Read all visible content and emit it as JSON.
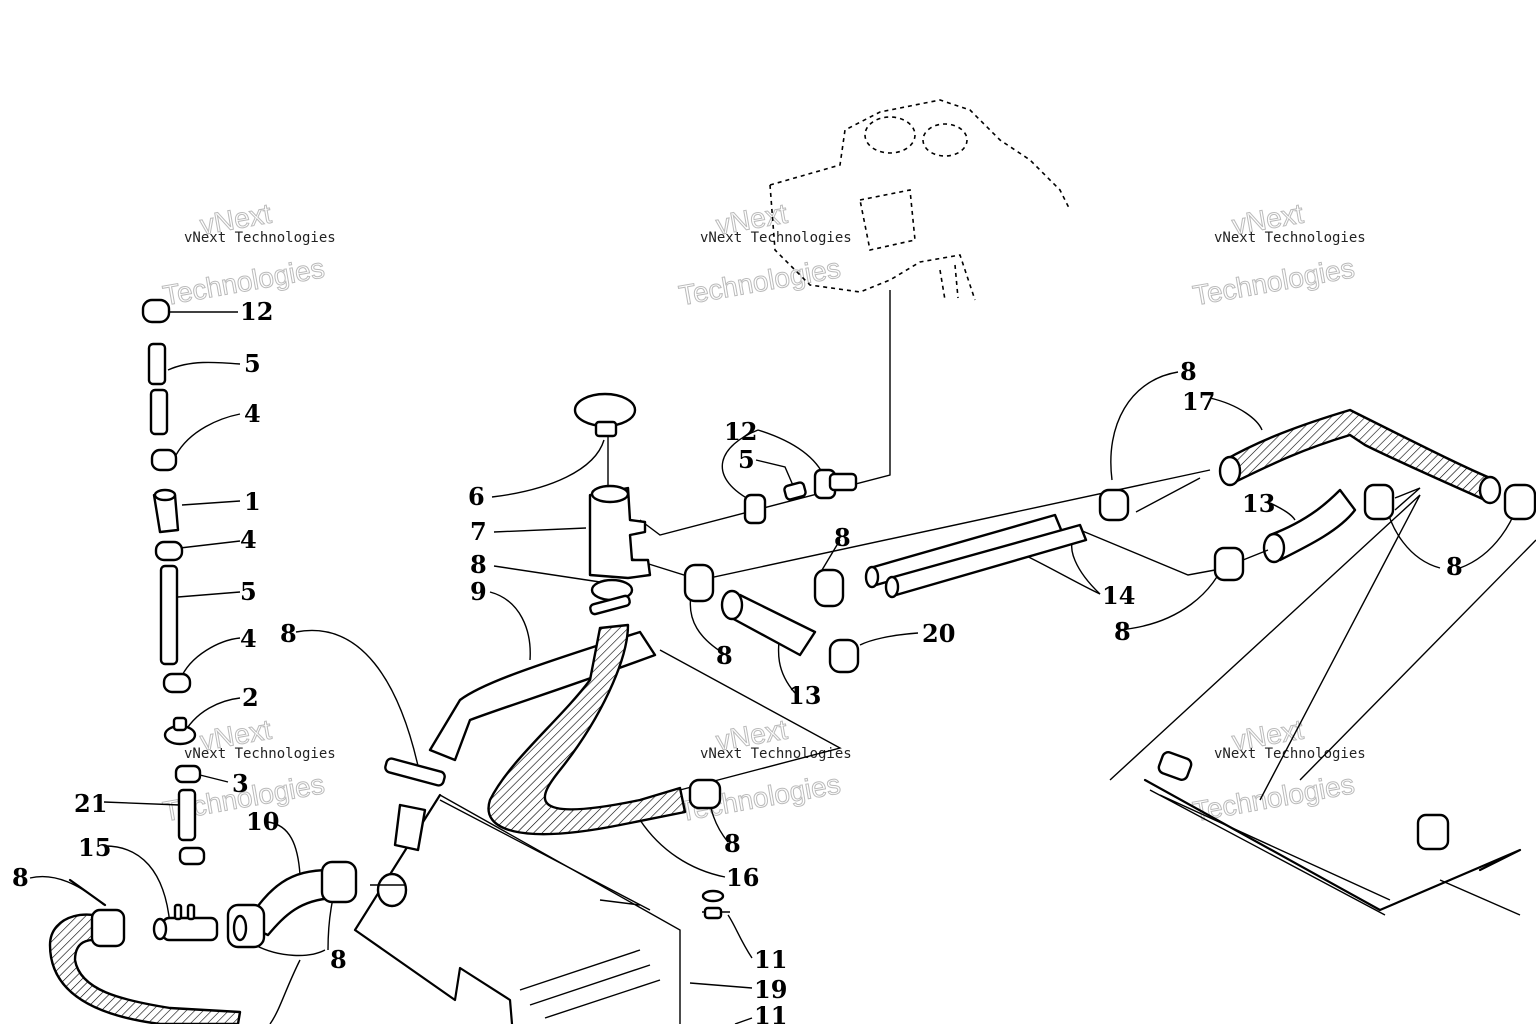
{
  "watermark": {
    "brand_outline": "vNext",
    "brand_text": "vNext Technologies",
    "brand_big": "Technologies"
  },
  "callouts": {
    "c12a": "12",
    "c5a": "5",
    "c4a": "4",
    "c1": "1",
    "c4b": "4",
    "c5b": "5",
    "c4c": "4",
    "c2": "2",
    "c3": "3",
    "c21": "21",
    "c15": "15",
    "c8a": "8",
    "c10": "10",
    "c8b": "8",
    "c8c": "8",
    "c9": "9",
    "c6": "6",
    "c7": "7",
    "c8d": "8",
    "c12b": "12",
    "c5c": "5",
    "c8e": "8",
    "c13a": "13",
    "c8f": "8",
    "c20": "20",
    "c14": "14",
    "c8g": "8",
    "c17": "17",
    "c8h": "8",
    "c13b": "13",
    "c8i": "8",
    "c8j": "8",
    "c16": "16",
    "c11a": "11",
    "c19": "19",
    "c11b": "11"
  }
}
